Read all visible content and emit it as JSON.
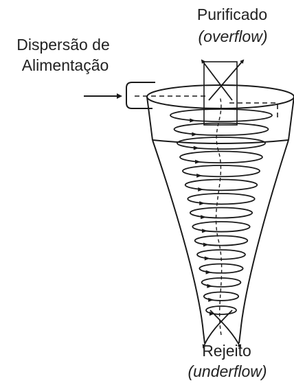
{
  "labels": {
    "feed_line1": "Dispersão de",
    "feed_line2": "Alimentação",
    "overflow_title": "Purificado",
    "overflow_sub": "(overflow)",
    "underflow_title": "Rejeito",
    "underflow_sub": "(underflow)"
  },
  "colors": {
    "stroke": "#1a1a1a",
    "text": "#222222",
    "background": "#ffffff"
  }
}
